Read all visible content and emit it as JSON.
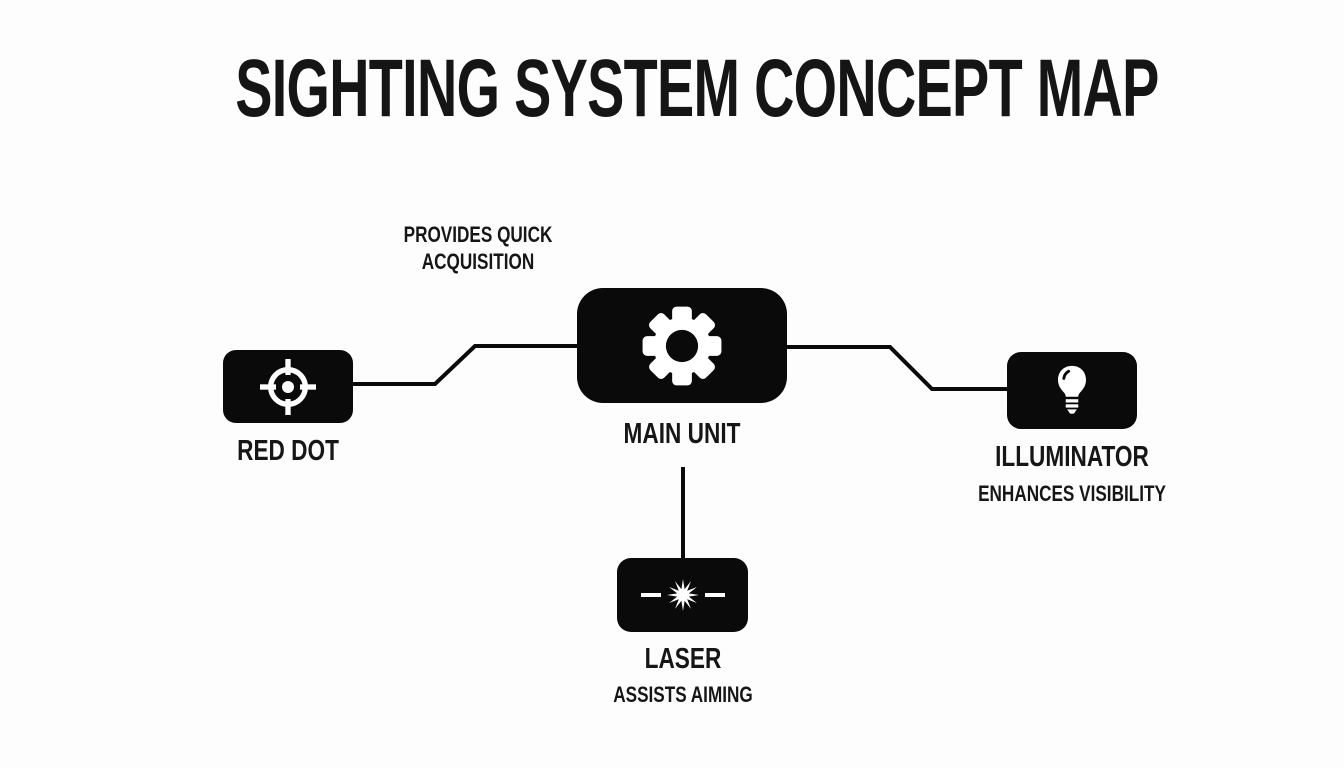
{
  "title": "SIGHTING SYSTEM CONCEPT MAP",
  "colors": {
    "background": "#fdfdfd",
    "node_fill": "#0a0a0a",
    "icon": "#ffffff",
    "text": "#161616",
    "line": "#0a0a0a"
  },
  "nodes": {
    "main_unit": {
      "label": "MAIN UNIT",
      "icon": "gear-icon"
    },
    "red_dot": {
      "label": "RED DOT",
      "icon": "crosshair-icon"
    },
    "illuminator": {
      "label": "ILLUMINATOR",
      "icon": "lightbulb-icon",
      "annotation": "ENHANCES VISIBILITY"
    },
    "laser": {
      "label": "LASER",
      "icon": "laser-burst-icon",
      "annotation": "ASSISTS AIMING"
    }
  },
  "edges": {
    "red_dot_to_main_unit": {
      "annotation": "PROVIDES QUICK ACQUISITION"
    },
    "main_unit_to_illuminator": {
      "annotation": "ENHANCES VISIBILITY"
    },
    "main_unit_to_laser": {
      "annotation": "ASSISTS AIMING"
    }
  }
}
